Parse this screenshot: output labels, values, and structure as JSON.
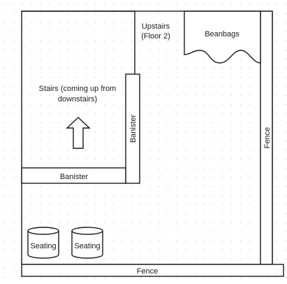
{
  "labels": {
    "upstairs_line1": "Upstairs",
    "upstairs_line2": "(Floor 2)",
    "beanbags": "Beanbags",
    "stairs_line1": "Stairs (coming up from",
    "stairs_line2": "downstairs)",
    "banister_vertical": "Banister",
    "banister_horizontal": "Banister",
    "fence_right": "Fence",
    "fence_bottom": "Fence",
    "seating_left": "Seating",
    "seating_right": "Seating"
  },
  "icons": {
    "stairs_arrow": "up-arrow-icon"
  }
}
